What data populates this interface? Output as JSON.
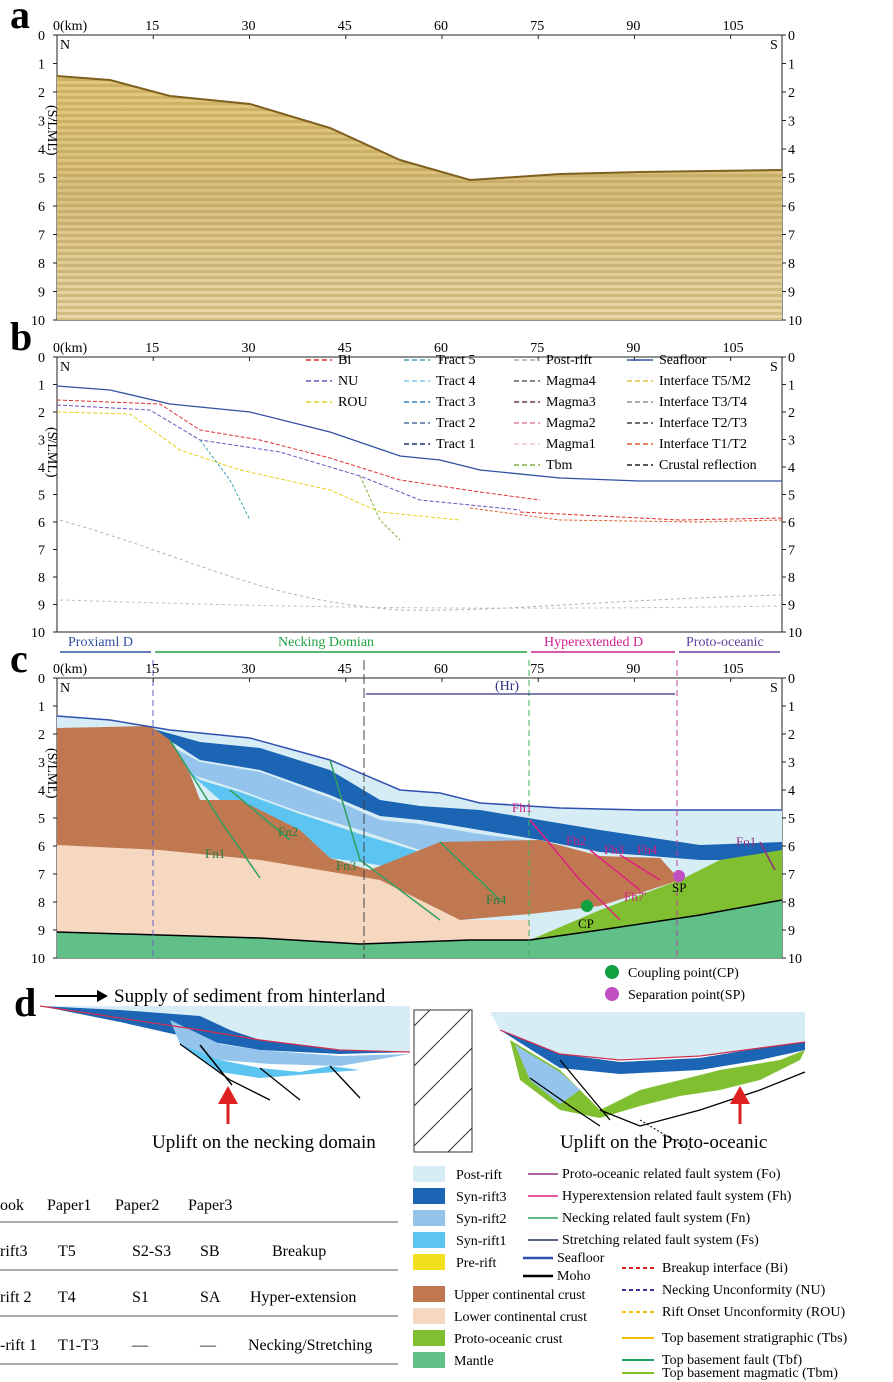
{
  "panels": {
    "a": "a",
    "b": "b",
    "c": "c",
    "d": "d"
  },
  "x_axis": {
    "unit": "(km)",
    "ticks": [
      "0",
      "15",
      "30",
      "45",
      "60",
      "75",
      "90",
      "105"
    ]
  },
  "y_axis": {
    "label": "(S/LML)",
    "ticks": [
      "0",
      "1",
      "2",
      "3",
      "4",
      "5",
      "6",
      "7",
      "8",
      "9",
      "10"
    ]
  },
  "compass": {
    "north": "N",
    "south": "S"
  },
  "panel_b_legend": [
    [
      "Bi",
      "NU",
      "ROU"
    ],
    [
      "Tract 5",
      "Tract 4",
      "Tract 3",
      "Tract 2",
      "Tract 1"
    ],
    [
      "Post-rift",
      "Magma4",
      "Magma3",
      "Magma2",
      "Magma1",
      "Tbm"
    ],
    [
      "Seafloor",
      "Interface T5/M2",
      "Interface T3/T4",
      "Interface T2/T3",
      "Interface T1/T2",
      "Crustal reflection"
    ]
  ],
  "panel_b_colors": {
    "Bi": "#e03030",
    "NU": "#7050c0",
    "ROU": "#e8d020",
    "Tract 5": "#40a0b0",
    "Tract 4": "#80c8e8",
    "Tract 3": "#3080c0",
    "Tract 2": "#5070a0",
    "Tract 1": "#203070",
    "Post-rift": "#b0b0b0",
    "Magma4": "#606060",
    "Magma3": "#703050",
    "Magma2": "#e080a0",
    "Magma1": "#f0c0d0",
    "Tbm": "#80b040",
    "Seafloor": "#3050a0",
    "Interface T5/M2": "#e0c040",
    "Interface T3/T4": "#909090",
    "Interface T2/T3": "#404040",
    "Interface T1/T2": "#e06030",
    "Crustal reflection": "#202020"
  },
  "domains": [
    {
      "label": "Proxiaml D",
      "color": "#3050a0"
    },
    {
      "label": "Necking Domian",
      "color": "#20a040"
    },
    {
      "label": "Hyperextended D",
      "color": "#d02090"
    },
    {
      "label": "Proto-oceanic",
      "color": "#6040a0"
    }
  ],
  "hr_label": "(Hr)",
  "faults": {
    "Fn1": "Fn1",
    "Fn2": "Fn2",
    "Fn3": "Fn3",
    "Fn4": "Fn4",
    "Fh1": "Fh1",
    "Fh2": "Fh2",
    "Fh3": "Fh3",
    "Fh4": "Fh4",
    "Fh7": "Fh7'",
    "Fo1": "Fo1"
  },
  "points": {
    "cp": "CP",
    "sp": "SP",
    "cp_legend": "Coupling point(CP)",
    "sp_legend": "Separation point(SP)"
  },
  "panel_d": {
    "supply": "Supply of sediment from hinterland",
    "uplift_necking": "Uplift on the necking domain",
    "uplift_proto": "Uplift on the Proto-oceanic"
  },
  "table": {
    "headers": [
      "ook",
      "Paper1",
      "Paper2",
      "Paper3",
      ""
    ],
    "rows": [
      [
        "rift3",
        "T5",
        "S2-S3",
        "SB",
        "Breakup"
      ],
      [
        "rift 2",
        "T4",
        "S1",
        "SA",
        "Hyper-extension"
      ],
      [
        "-rift 1",
        "T1-T3",
        "—",
        "—",
        "Necking/Stretching"
      ]
    ]
  },
  "legend_fill": [
    {
      "label": "Post-rift",
      "color": "#d6edf6"
    },
    {
      "label": "Syn-rift3",
      "color": "#1c64b4"
    },
    {
      "label": "Syn-rift2",
      "color": "#94c4ec"
    },
    {
      "label": "Syn-rift1",
      "color": "#5cc4f0"
    },
    {
      "label": "Pre-rift",
      "color": "#f0e020"
    },
    {
      "label": "Upper continental crust",
      "color": "#c07850"
    },
    {
      "label": "Lower continental crust",
      "color": "#f6d8c0"
    },
    {
      "label": "Proto-oceanic crust",
      "color": "#80c030"
    },
    {
      "label": "Mantle",
      "color": "#60c088"
    }
  ],
  "legend_lines": [
    {
      "label": "Proto-oceanic related fault system (Fo)",
      "color": "#903080"
    },
    {
      "label": "Hyperextension related fault system (Fh)",
      "color": "#e02080"
    },
    {
      "label": "Necking related fault system (Fn)",
      "color": "#30a060"
    },
    {
      "label": "Stretching related fault system (Fs)",
      "color": "#203060"
    },
    {
      "label": "Seafloor",
      "color": "#3050b0"
    },
    {
      "label": "Moho",
      "color": "#000000"
    }
  ],
  "legend_dashed": [
    {
      "label": "Breakup interface (Bi)",
      "color": "#e02020"
    },
    {
      "label": "Necking Unconformity (NU)",
      "color": "#4030a0"
    },
    {
      "label": "Rift Onset Unconformity (ROU)",
      "color": "#f0c000"
    },
    {
      "label": "Top basement stratigraphic (Tbs)",
      "color": "#f0c000"
    },
    {
      "label": "Top basement fault (Tbf)",
      "color": "#20a060"
    },
    {
      "label": "Top basement magmatic (Tbm)",
      "color": "#80c020"
    }
  ]
}
